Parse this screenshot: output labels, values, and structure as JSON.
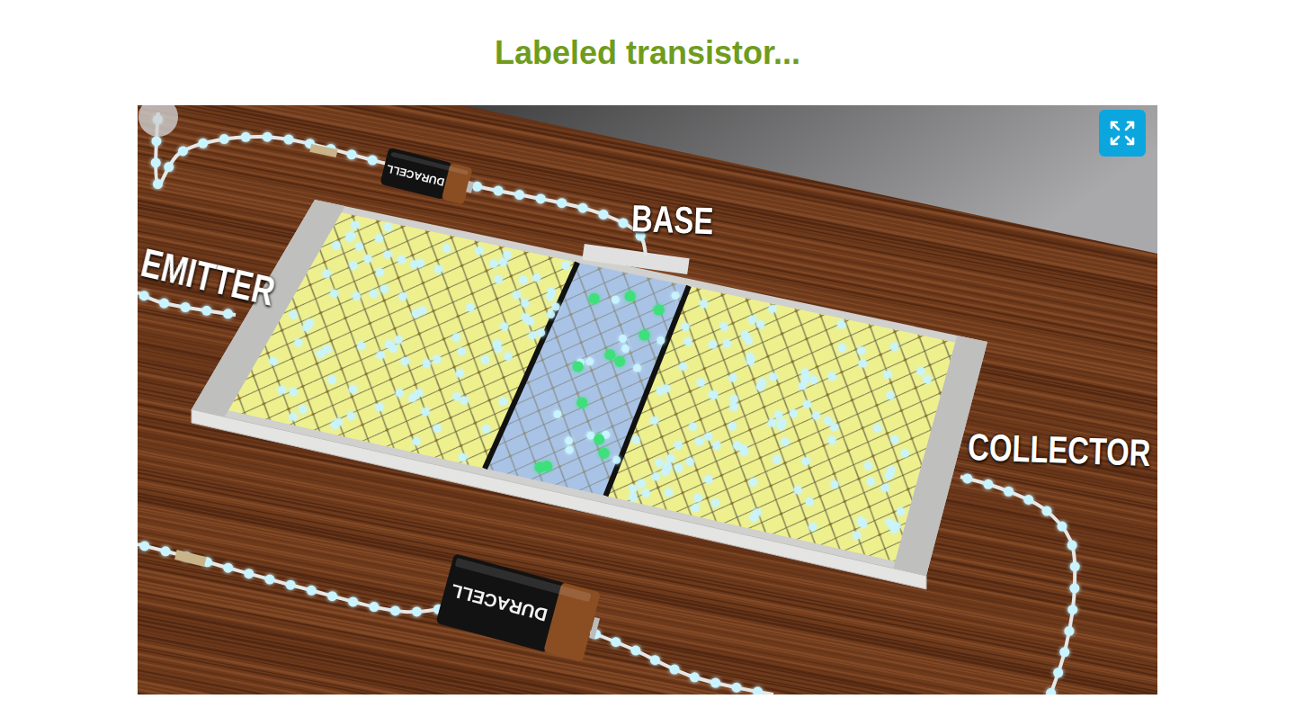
{
  "diagram": {
    "title": "Labeled transistor...",
    "labels": [
      "EMITTER",
      "BASE",
      "COLLECTOR",
      "DURACELL",
      "DURACELL"
    ]
  }
}
